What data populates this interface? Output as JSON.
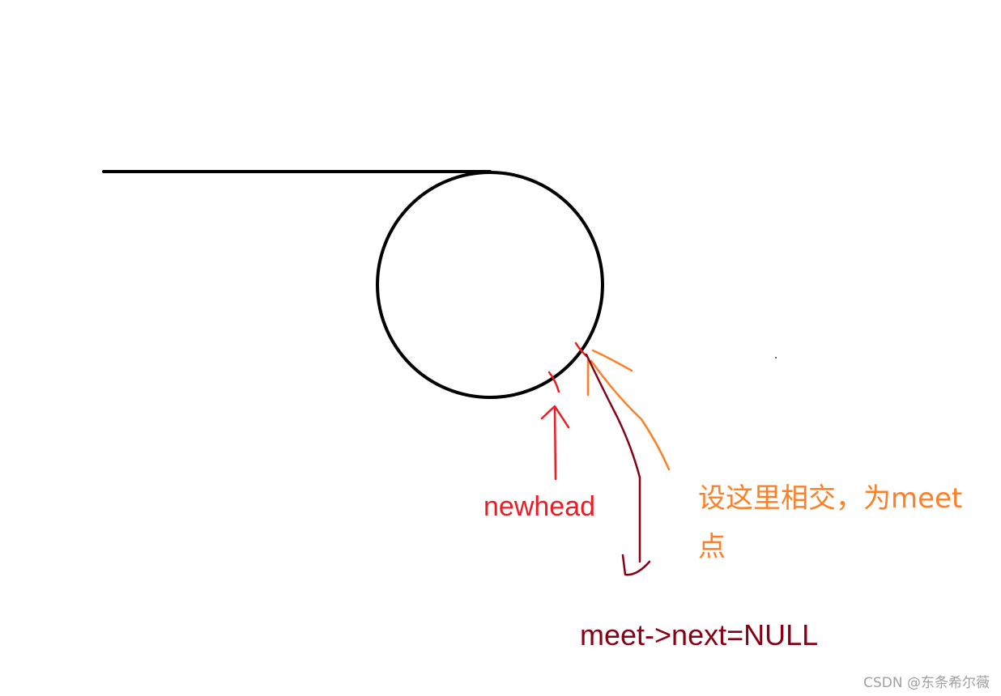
{
  "labels": {
    "newhead": "newhead",
    "meet_point": "设这里相交，为meet点",
    "break_code": "meet->next=NULL"
  },
  "watermark": "CSDN @东条希尔薇",
  "colors": {
    "structure": "#000000",
    "newhead": "#ec1c24",
    "meet_point": "#ff7f27",
    "break_code": "#880015",
    "watermark": "#a0a0a0"
  }
}
